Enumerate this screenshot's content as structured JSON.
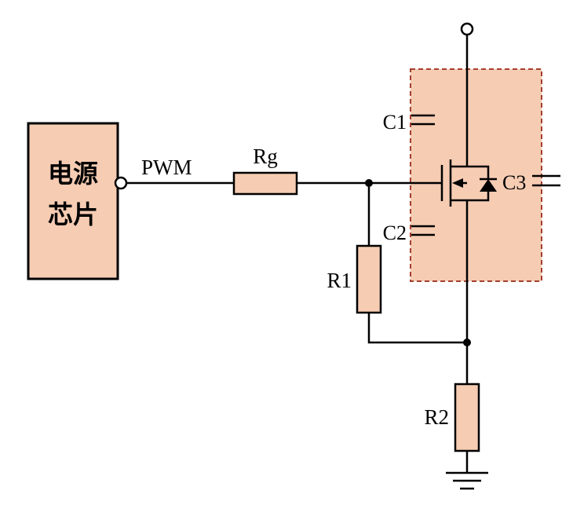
{
  "diagram": {
    "type": "circuit-schematic",
    "description": "PWM gate drive circuit from power chip through gate resistor to MOSFET with parasitic capacitances and divider resistors",
    "power_chip": {
      "line1": "电源",
      "line2": "芯片"
    },
    "labels": {
      "pwm": "PWM",
      "rg": "Rg",
      "r1": "R1",
      "r2": "R2",
      "c1": "C1",
      "c2": "C2",
      "c3": "C3"
    },
    "colors": {
      "component_fill": "#f6ccb3",
      "highlight_fill": "#f6ccb3",
      "highlight_border": "#a3402e",
      "wire": "#000000",
      "terminal_fill": "#ffffff",
      "background": "#ffffff"
    }
  }
}
